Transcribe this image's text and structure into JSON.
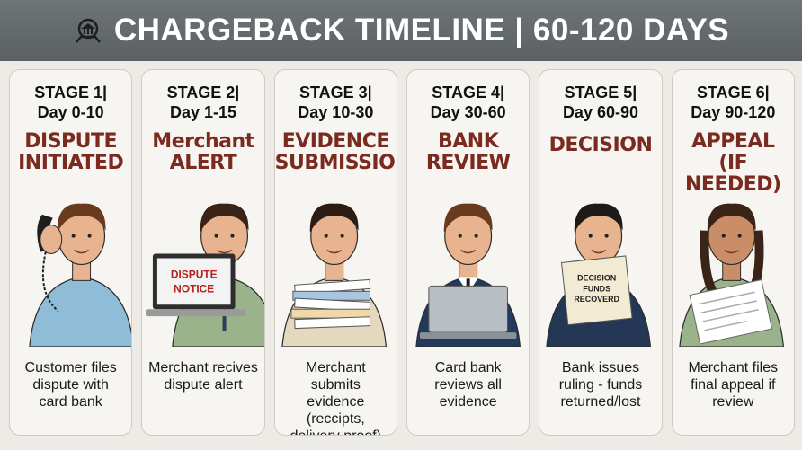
{
  "header": {
    "title": "CHARGEBACK TIMELINE | 60-120 DAYS",
    "icon": "bank-icon"
  },
  "colors": {
    "header_bg": "#5f6567",
    "title_red": "#7a2a1f",
    "card_bg": "#f6f5f1"
  },
  "stages": [
    {
      "stage": "STAGE 1|",
      "days": "Day 0-10",
      "title_lines": [
        "DISPUTE",
        "INITIATED"
      ],
      "desc_lines": [
        "Customer files",
        "dispute with",
        "card bank"
      ],
      "illustration": "customer-phone"
    },
    {
      "stage": "STAGE 2|",
      "days": "Day 1-15",
      "title_lines": [
        "Merchant",
        "ALERT"
      ],
      "desc_lines": [
        "Merchant recives",
        "dispute alert"
      ],
      "illustration": "merchant-laptop",
      "screen_lines": [
        "DISPUTE",
        "NOTICE"
      ]
    },
    {
      "stage": "STAGE 3|",
      "days": "Day 10-30",
      "title_lines": [
        "EVIDENCE",
        "SUBMISSION"
      ],
      "desc_lines": [
        "Merchant submits",
        "evidence",
        "(reccipts,",
        "delivery proof)"
      ],
      "illustration": "merchant-papers"
    },
    {
      "stage": "STAGE 4|",
      "days": "Day 30-60",
      "title_lines": [
        "BANK",
        "REVIEW"
      ],
      "desc_lines": [
        "Card bank",
        "reviews all",
        "evidence"
      ],
      "illustration": "banker-laptop"
    },
    {
      "stage": "STAGE 5|",
      "days": "Day 60-90",
      "title_lines": [
        "DECISION"
      ],
      "desc_lines": [
        "Bank issues",
        "ruling - funds",
        "returned/lost"
      ],
      "illustration": "decision-sheet",
      "sheet_lines": [
        "DECISION",
        "FUNDS",
        "RECOVERD"
      ]
    },
    {
      "stage": "STAGE 6|",
      "days": "Day 90-120",
      "title_lines": [
        "APPEAL",
        "(IF NEEDED)"
      ],
      "desc_lines": [
        "Merchant files",
        "final appeal if",
        "review"
      ],
      "illustration": "woman-document"
    }
  ]
}
